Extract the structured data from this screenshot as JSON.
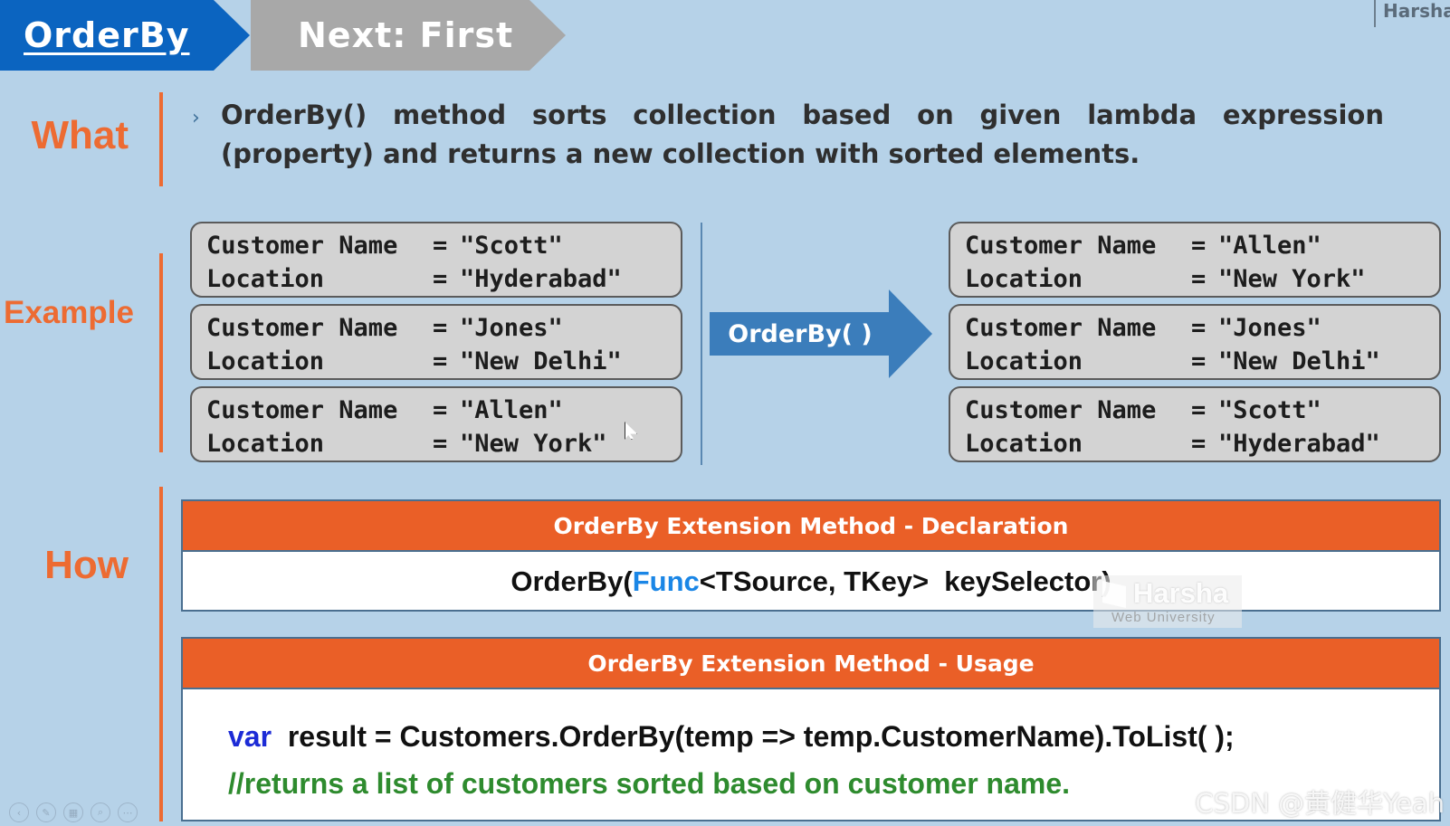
{
  "header": {
    "current": "OrderBy",
    "next": "Next: First",
    "author_tag": "Harsha"
  },
  "sections": {
    "what_label": "What",
    "example_label": "Example",
    "how_label": "How"
  },
  "what": {
    "bullet": "›",
    "text": "OrderBy() method sorts collection based on given lambda expression (property) and returns a new collection with sorted elements."
  },
  "example": {
    "key_name": "Customer Name",
    "key_location": "Location",
    "equals": "=",
    "before": [
      {
        "name": "\"Scott\"",
        "location": "\"Hyderabad\""
      },
      {
        "name": "\"Jones\"",
        "location": "\"New Delhi\""
      },
      {
        "name": "\"Allen\"",
        "location": "\"New York\""
      }
    ],
    "after": [
      {
        "name": "\"Allen\"",
        "location": "\"New York\""
      },
      {
        "name": "\"Jones\"",
        "location": "\"New Delhi\""
      },
      {
        "name": "\"Scott\"",
        "location": "\"Hyderabad\""
      }
    ],
    "arrow_label": "OrderBy( )"
  },
  "how": {
    "declaration_title": "OrderBy Extension Method - Declaration",
    "declaration_pre": "OrderBy(",
    "declaration_keyword": "Func",
    "declaration_post": "<TSource, TKey>  keySelector)",
    "usage_title": "OrderBy Extension Method - Usage",
    "usage_keyword": "var",
    "usage_code": "  result = Customers.OrderBy(temp => temp.CustomerName).ToList( );",
    "usage_comment": "//returns a list of customers sorted based on customer name."
  },
  "watermark": {
    "title": "Harsha",
    "subtitle": "Web University"
  },
  "credit": "CSDN @黄健华Yeah",
  "icons": {
    "cursor": "mouse-pointer-icon",
    "watermark_logo": "harsha-logo-icon"
  },
  "colors": {
    "background": "#b6d2e8",
    "current_crumb": "#0b64c0",
    "next_crumb": "#a8a8a8",
    "accent_orange": "#ed6b32",
    "header_orange": "#ea5f27",
    "arrow_blue": "#3b7dbb",
    "keyword_blue": "#1a86e6",
    "var_blue": "#1c2bd6",
    "comment_green": "#2e8b2e"
  }
}
